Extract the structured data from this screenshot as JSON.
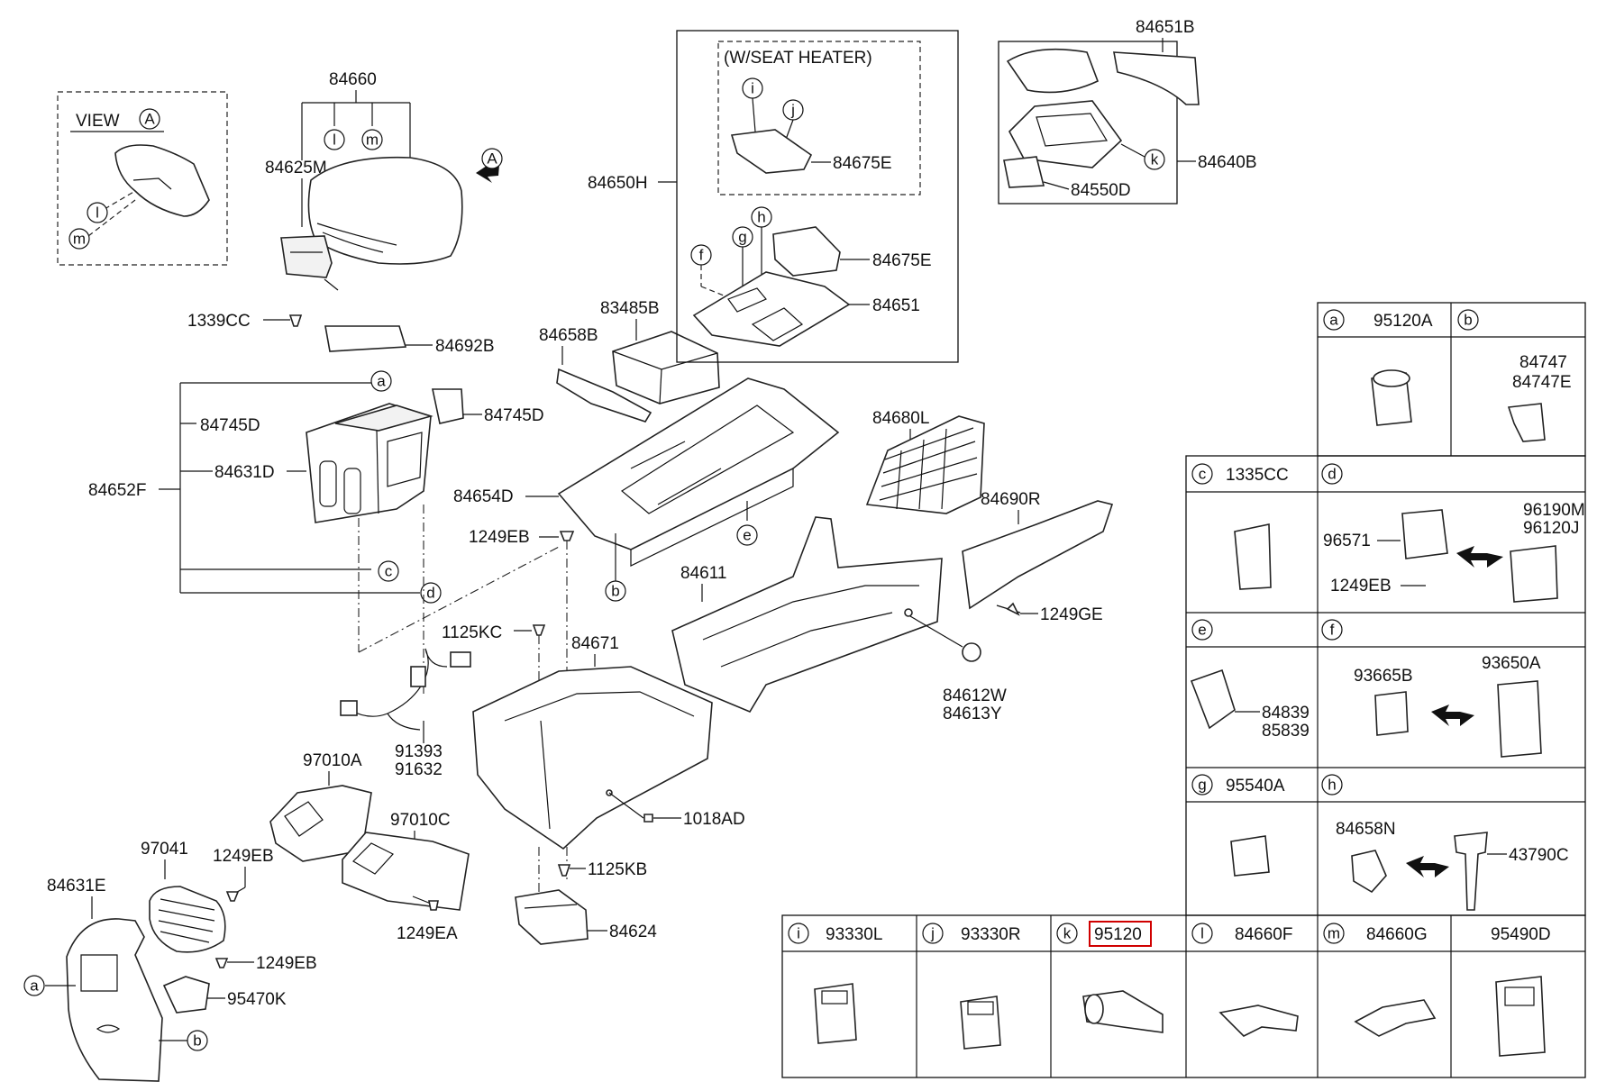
{
  "view": {
    "title": "VIEW",
    "ref": "A"
  },
  "labels": {
    "p84660": "84660",
    "p84625M": "84625M",
    "p1339CC": "1339CC",
    "p84692B": "84692B",
    "p84745D_a": "84745D",
    "p84745D_b": "84745D",
    "p84631D": "84631D",
    "p84652F": "84652F",
    "p84658B": "84658B",
    "p83485B": "83485B",
    "p84654D": "84654D",
    "p1249EB_a": "1249EB",
    "p84650H": "84650H",
    "seat_heater": "(W/SEAT HEATER)",
    "p84675E_a": "84675E",
    "p84675E_b": "84675E",
    "p84651": "84651",
    "p84651B": "84651B",
    "p84640B": "84640B",
    "p84550D": "84550D",
    "p84680L": "84680L",
    "p84690R": "84690R",
    "p84611": "84611",
    "p1249GE": "1249GE",
    "p84612W": "84612W",
    "p84613Y": "84613Y",
    "p1125KC": "1125KC",
    "p84671": "84671",
    "p91393": "91393",
    "p91632": "91632",
    "p97010A": "97010A",
    "p97010C": "97010C",
    "p97041": "97041",
    "p1249EB_b": "1249EB",
    "p1249EB_c": "1249EB",
    "p84631E": "84631E",
    "p95470K": "95470K",
    "p1249EA": "1249EA",
    "p1018AD": "1018AD",
    "p1125KB": "1125KB",
    "p84624": "84624"
  },
  "callouts": {
    "a": "a",
    "b": "b",
    "c": "c",
    "d": "d",
    "e": "e",
    "f": "f",
    "g": "g",
    "h": "h",
    "i": "i",
    "j": "j",
    "k": "k",
    "l": "l",
    "m": "m",
    "A": "A"
  },
  "table": {
    "a": {
      "letter": "a",
      "part": "95120A"
    },
    "b": {
      "letter": "b",
      "part_1": "84747",
      "part_2": "84747E"
    },
    "c": {
      "letter": "c",
      "part": "1335CC"
    },
    "d": {
      "letter": "d",
      "part_1": "96571",
      "part_2": "1249EB",
      "part_3": "96190M",
      "part_4": "96120J"
    },
    "e": {
      "letter": "e",
      "part_1": "84839",
      "part_2": "85839"
    },
    "f": {
      "letter": "f",
      "part_1": "93665B",
      "part_2": "93650A"
    },
    "g": {
      "letter": "g",
      "part": "95540A"
    },
    "h": {
      "letter": "h",
      "part_1": "84658N",
      "part_2": "43790C"
    },
    "i": {
      "letter": "i",
      "part": "93330L"
    },
    "j": {
      "letter": "j",
      "part": "93330R"
    },
    "k": {
      "letter": "k",
      "part": "95120"
    },
    "l": {
      "letter": "l",
      "part": "84660F"
    },
    "m": {
      "letter": "m",
      "part": "84660G"
    },
    "n": {
      "part": "95490D"
    }
  },
  "colors": {
    "highlight": "#d00000",
    "line": "#111111"
  }
}
